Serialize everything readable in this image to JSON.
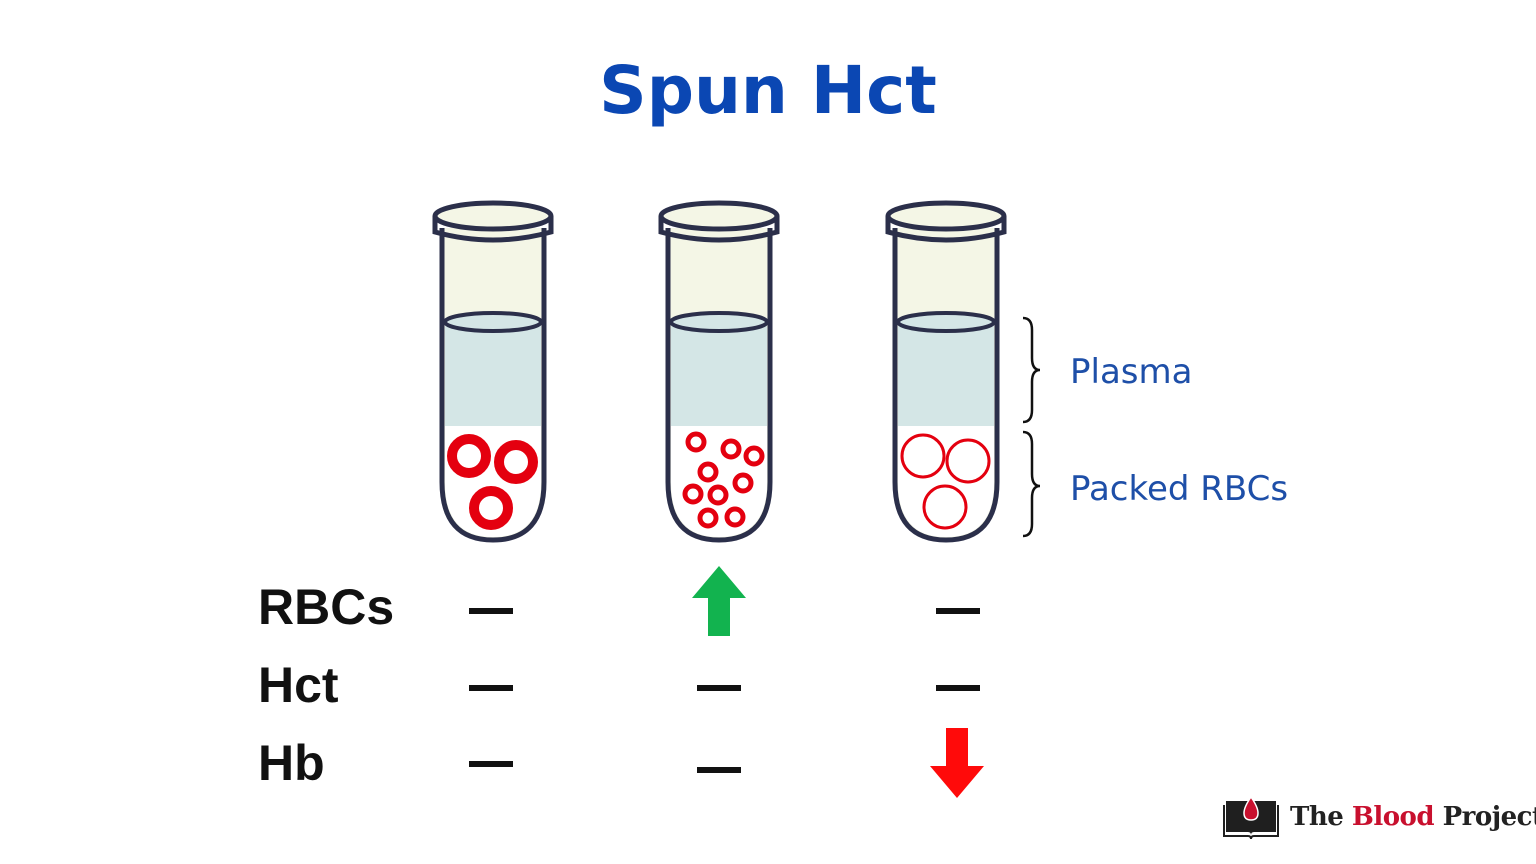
{
  "title": "Spun Hct",
  "legend": {
    "plasma": "Plasma",
    "packed_rbcs": "Packed RBCs"
  },
  "rows": [
    {
      "label": "RBCs",
      "values": [
        "—",
        "↑",
        "—"
      ]
    },
    {
      "label": "Hct",
      "values": [
        "—",
        "—",
        "—"
      ]
    },
    {
      "label": "Hb",
      "values": [
        "—",
        "—",
        "↓"
      ]
    }
  ],
  "colors": {
    "title": "#0b47b3",
    "legend": "#1e4fa8",
    "tube_outline": "#2b2f4a",
    "tube_empty": "#f4f6e6",
    "plasma": "#d4e6e6",
    "rbc": "#e4000f",
    "up_arrow": "#12b34f",
    "down_arrow": "#ff0a0a"
  },
  "logo": {
    "prefix": "The ",
    "highlight": "Blood",
    "suffix": " Project",
    "icon": "book-blood-drop-icon"
  }
}
